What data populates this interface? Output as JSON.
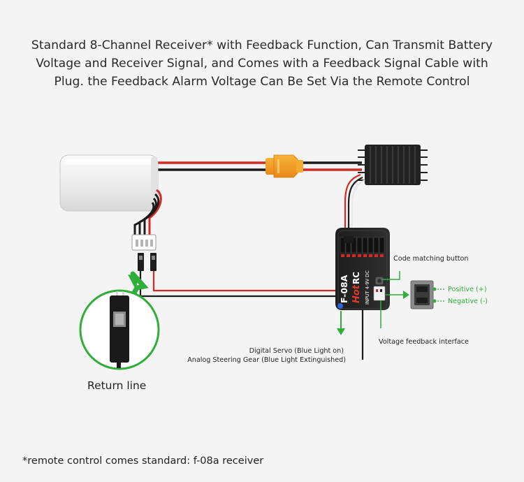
{
  "title": {
    "line1": "Standard 8-Channel Receiver* with Feedback Function, Can Transmit Battery",
    "line2": "Voltage and Receiver Signal, and Comes with a Feedback Signal Cable with",
    "line3": "Plug. the Feedback Alarm Voltage Can Be Set Via the Remote Control"
  },
  "labels": {
    "code_matching_button": "Code matching button",
    "positive": "Positive (+)",
    "negative": "Negative (-)",
    "voltage_feedback_interface": "Voltage feedback interface",
    "digital_servo": "Digital Servo (Blue Light on)",
    "analog_steering": "Analog Steering Gear (Blue Light Extinguished)",
    "return_line": "Return line"
  },
  "receiver": {
    "model": "F-08A",
    "brand_hot": "Hot",
    "brand_rc": "RC",
    "input_label": "INPUT 4-9V DC"
  },
  "footnote": "*remote control comes standard: f-08a receiver",
  "colors": {
    "green": "#2fae3a",
    "red_wire": "#d42a23",
    "connector": "#f5a021"
  }
}
